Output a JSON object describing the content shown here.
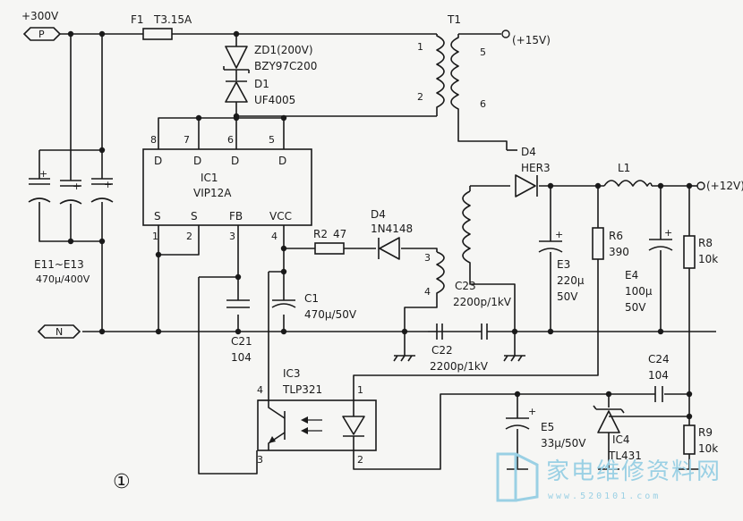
{
  "rails": {
    "plus300": "+300V",
    "p_label": "P",
    "n_label": "N",
    "out15": "(+15V)",
    "out12": "(+12V)"
  },
  "fuse": {
    "name": "F1",
    "value": "T3.15A"
  },
  "zd1": {
    "name": "ZD1(200V)",
    "part": "BZY97C200"
  },
  "d1": {
    "name": "D1",
    "part": "UF4005"
  },
  "ic1": {
    "name": "IC1",
    "part": "VIP12A",
    "pins_top": [
      "8",
      "7",
      "6",
      "5"
    ],
    "drain_labels": [
      "D",
      "D",
      "D",
      "D"
    ],
    "bottom_labels": [
      "S",
      "S",
      "FB",
      "VCC"
    ],
    "pins_bottom": [
      "1",
      "2",
      "3",
      "4"
    ]
  },
  "transformer": {
    "name": "T1",
    "pins": [
      "1",
      "2",
      "3",
      "4",
      "5",
      "6"
    ]
  },
  "e11_13": {
    "name": "E11~E13",
    "value": "470μ/400V"
  },
  "r2": {
    "name": "R2",
    "value": "47"
  },
  "d4_small": {
    "name": "D4",
    "part": "1N4148"
  },
  "c1": {
    "name": "C1",
    "value": "470μ/50V"
  },
  "c21": {
    "name": "C21",
    "value": "104"
  },
  "c22": {
    "name": "C22",
    "value": "2200p/1kV"
  },
  "c23": {
    "name": "C23",
    "value": "2200p/1kV"
  },
  "d4_out": {
    "name": "D4",
    "part": "HER3"
  },
  "l1": {
    "name": "L1"
  },
  "e3": {
    "name": "E3",
    "value1": "220μ",
    "value2": "50V"
  },
  "r6": {
    "name": "R6",
    "value": "390"
  },
  "e4": {
    "name": "E4",
    "value1": "100μ",
    "value2": "50V"
  },
  "r8": {
    "name": "R8",
    "value": "10k"
  },
  "c24": {
    "name": "C24",
    "value": "104"
  },
  "r9": {
    "name": "R9",
    "value": "10k"
  },
  "ic3": {
    "name": "IC3",
    "part": "TLP321",
    "pins": [
      "4",
      "1",
      "3",
      "2"
    ]
  },
  "e5": {
    "name": "E5",
    "value": "33μ/50V"
  },
  "ic4": {
    "name": "IC4",
    "part": "TL431"
  },
  "figure_number": "①",
  "watermark": {
    "text": "家电维修资料网",
    "url": "www.520101.com"
  }
}
